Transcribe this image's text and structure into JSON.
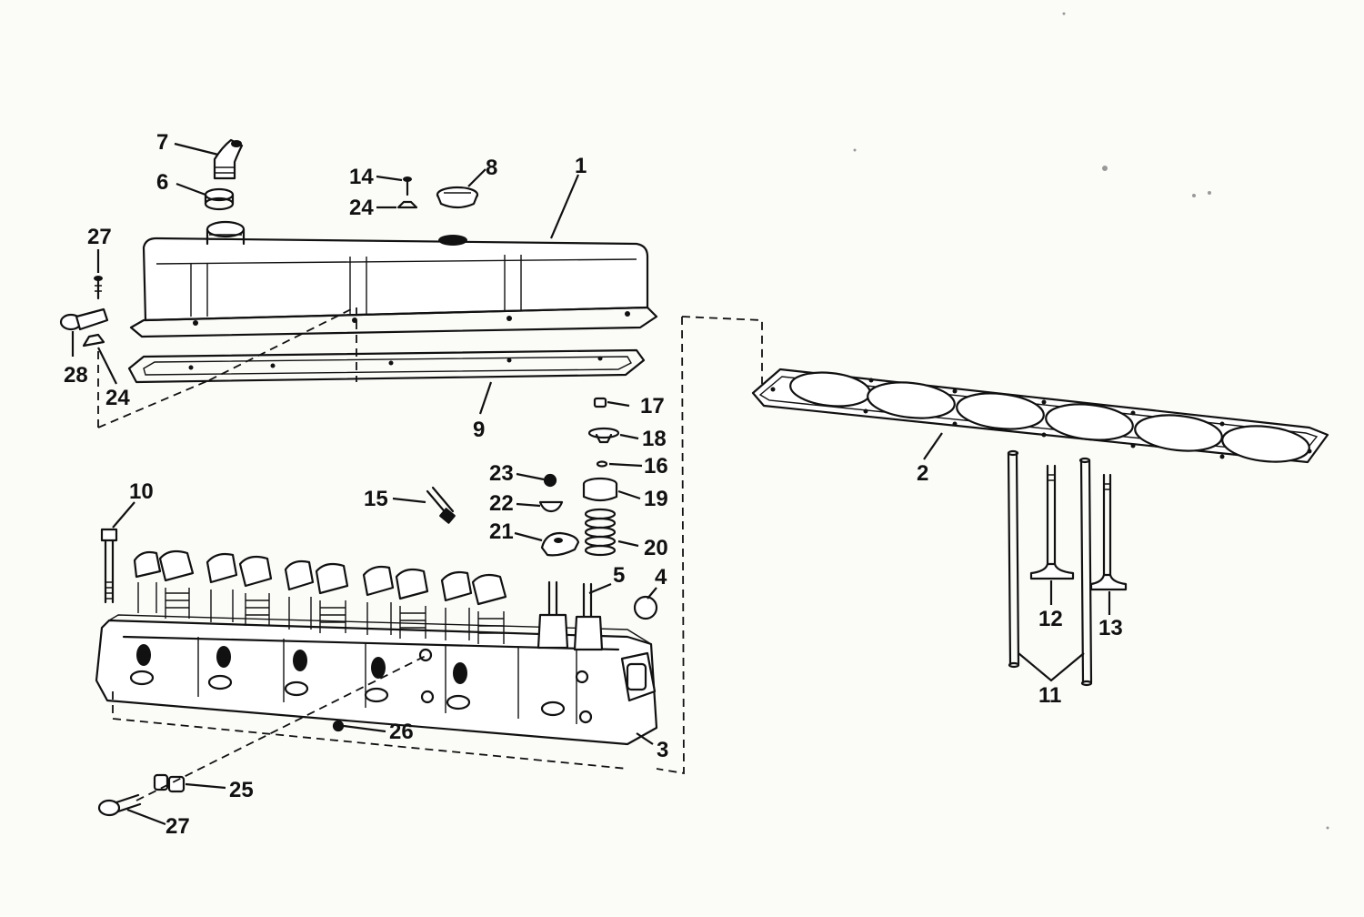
{
  "callouts": {
    "c1": "1",
    "c2": "2",
    "c3": "3",
    "c4": "4",
    "c5": "5",
    "c6": "6",
    "c7": "7",
    "c8": "8",
    "c9": "9",
    "c10": "10",
    "c11": "11",
    "c12": "12",
    "c13": "13",
    "c14": "14",
    "c15": "15",
    "c16": "16",
    "c17": "17",
    "c18": "18",
    "c19": "19",
    "c20": "20",
    "c21": "21",
    "c22": "22",
    "c23": "23",
    "c24a": "24",
    "c24b": "24",
    "c25": "25",
    "c26": "26",
    "c27a": "27",
    "c27b": "27",
    "c28": "28"
  },
  "colors": {
    "ink": "#111111",
    "paper": "#fbfbf8"
  }
}
